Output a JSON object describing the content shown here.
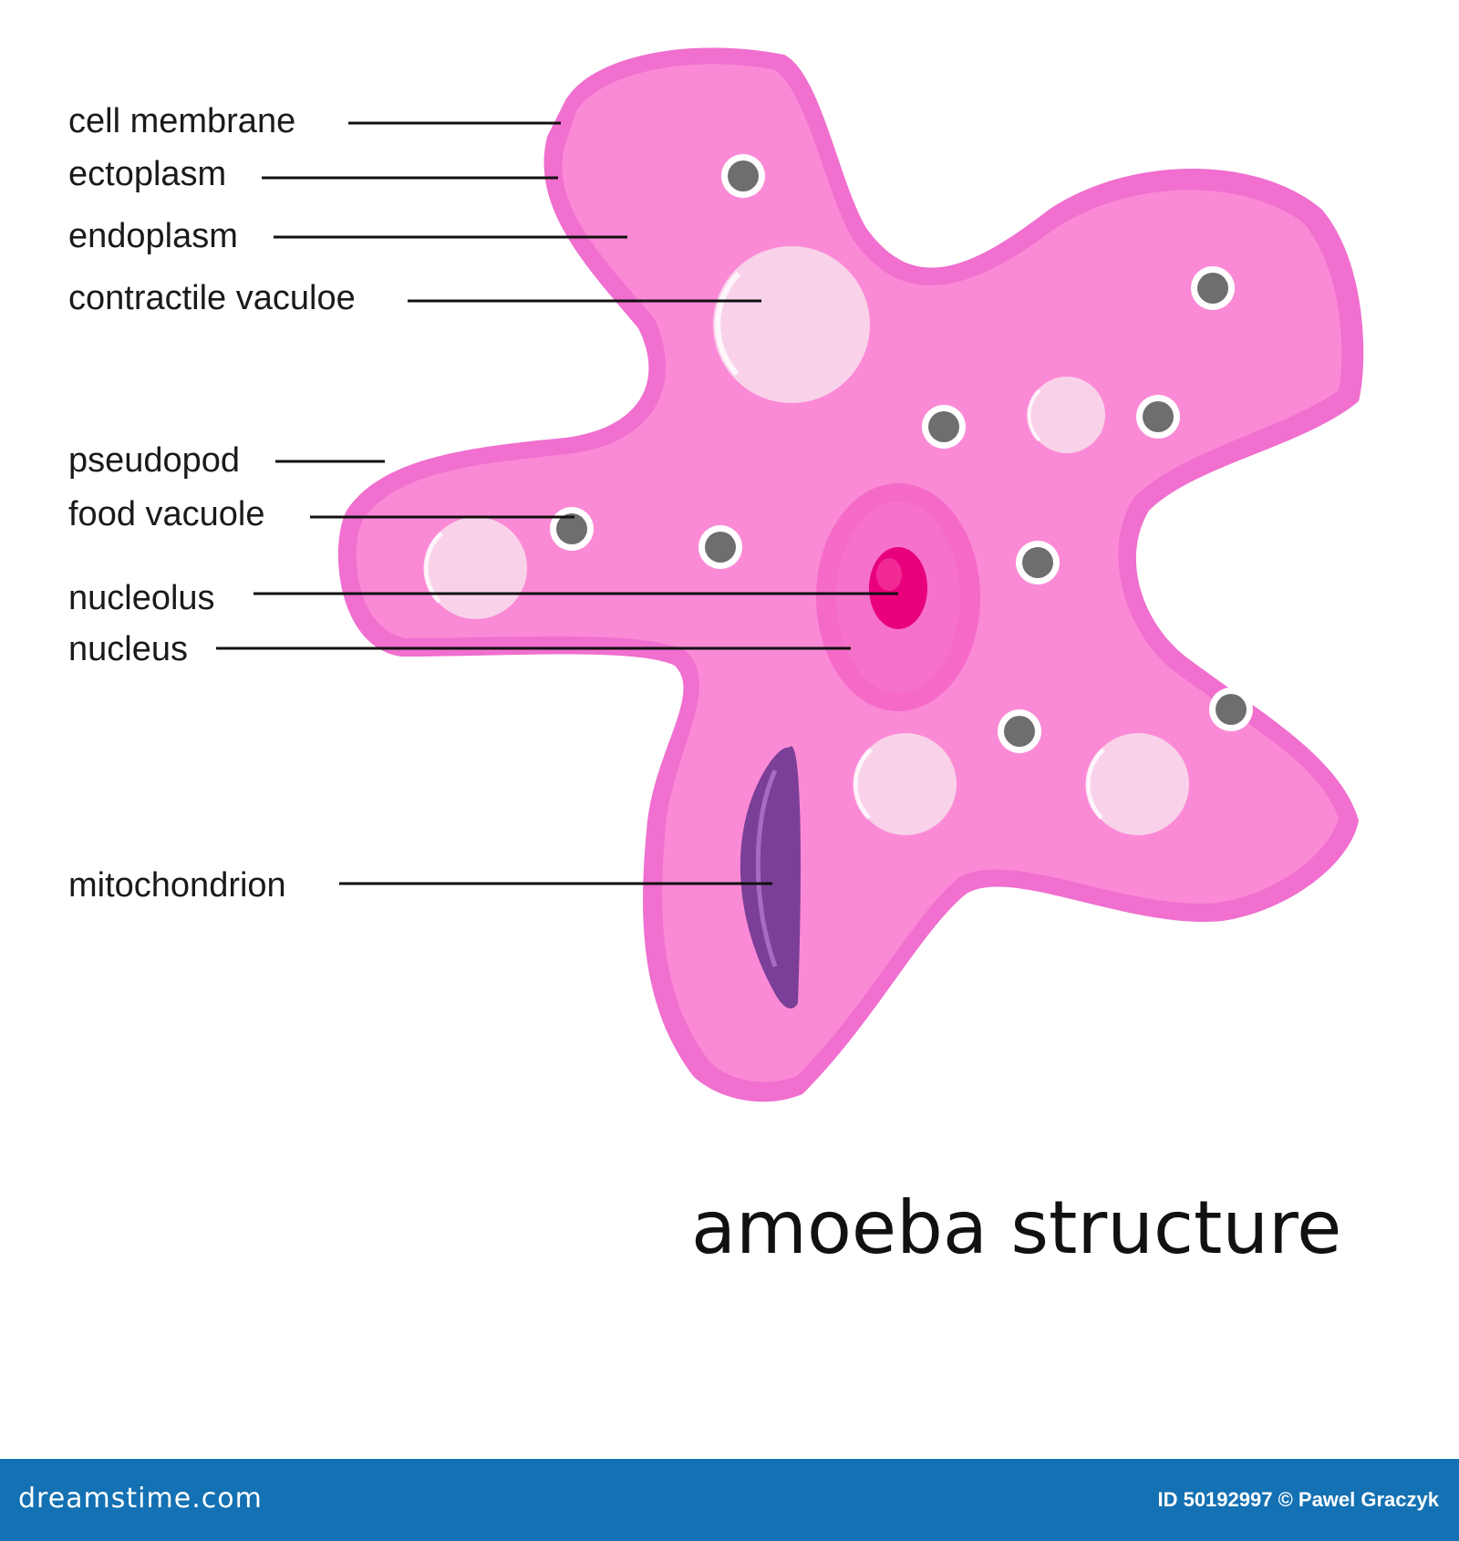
{
  "title": "amoeba structure",
  "labels": {
    "cell_membrane": "cell membrane",
    "ectoplasm": "ectoplasm",
    "endoplasm": "endoplasm",
    "contractile_vacuole": "contractile vaculoe",
    "pseudopod": "pseudopod",
    "food_vacuole": "food vacuole",
    "nucleolus": "nucleolus",
    "nucleus": "nucleus",
    "mitochondrion": "mitochondrion"
  },
  "footer": {
    "brand": "dreamstime.com",
    "credit": "ID 50192997 © Pawel Graczyk"
  },
  "colors": {
    "membrane": "#f06fcf",
    "cytoplasm": "#fb8ad6",
    "vacuole": "#f9d2ea",
    "nucleus": "#f46ac6",
    "nucleolus": "#e8007d",
    "mitochondrion": "#7b3f98",
    "granule": "#6e6e6e",
    "footer_bar": "#1471b3"
  }
}
